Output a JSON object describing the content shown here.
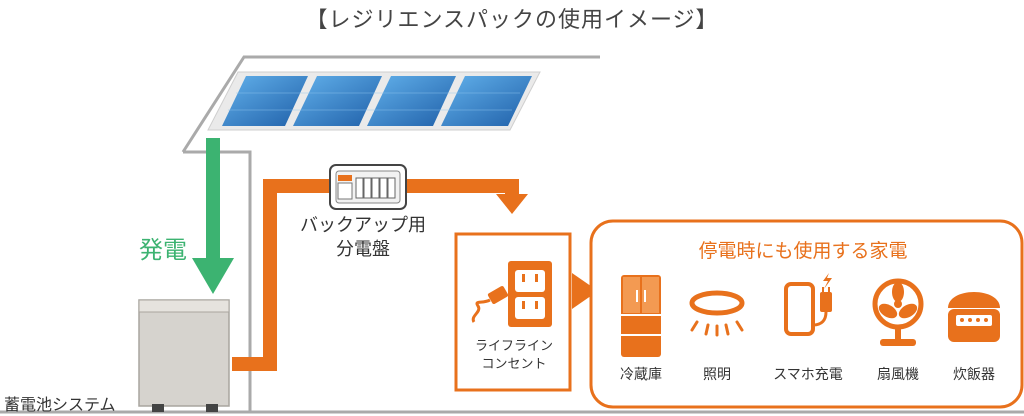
{
  "title": "【レジリエンスパックの使用イメージ】",
  "labels": {
    "generation": "発電",
    "backup_panel": "バックアップ用\n分電盤",
    "battery_system": "蓄電池システム",
    "lifeline_outlet": "ライフライン\nコンセント",
    "outage_appliances": "停電時にも使用する家電"
  },
  "appliances": [
    {
      "label": "冷蔵庫",
      "icon": "refrigerator-icon"
    },
    {
      "label": "照明",
      "icon": "ceiling-light-icon"
    },
    {
      "label": "スマホ充電",
      "icon": "phone-charging-icon"
    },
    {
      "label": "扇風機",
      "icon": "fan-icon"
    },
    {
      "label": "炊飯器",
      "icon": "rice-cooker-icon"
    }
  ],
  "colors": {
    "accent_orange": "#e8711c",
    "generation_green": "#3cb371",
    "solar_blue": "#2a7fc9",
    "battery_gray": "#d6d3ce",
    "wall_gray": "#aaaaaa"
  }
}
